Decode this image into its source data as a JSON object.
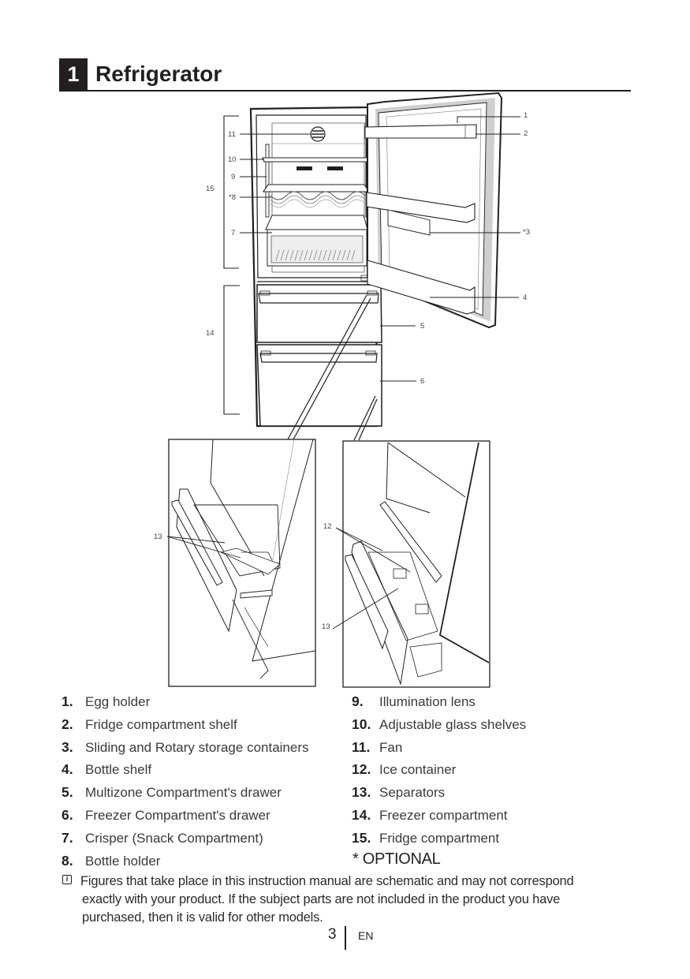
{
  "section": {
    "number": "1",
    "title": "Refrigerator"
  },
  "figure": {
    "callouts": {
      "c1": "1",
      "c2": "2",
      "c3": "*3",
      "c4": "4",
      "c5": "5",
      "c6": "6",
      "c7": "7",
      "c8": "*8",
      "c9": "9",
      "c10": "10",
      "c11": "11",
      "c12": "12",
      "c13a": "13",
      "c13b": "13",
      "c14": "14",
      "c15": "15"
    }
  },
  "legend": {
    "left": [
      {
        "num": "1.",
        "label": "Egg holder"
      },
      {
        "num": "2.",
        "label": "Fridge compartment shelf"
      },
      {
        "num": "3.",
        "label": "Sliding and Rotary storage containers"
      },
      {
        "num": "4.",
        "label": "Bottle shelf"
      },
      {
        "num": "5.",
        "label": "Multizone Compartment's drawer"
      },
      {
        "num": "6.",
        "label": "Freezer Compartment's drawer"
      },
      {
        "num": "7.",
        "label": "Crisper (Snack Compartment)"
      },
      {
        "num": "8.",
        "label": "Bottle holder"
      }
    ],
    "right": [
      {
        "num": "9.",
        "label": "Illumination lens"
      },
      {
        "num": "10.",
        "label": "Adjustable glass shelves"
      },
      {
        "num": "11.",
        "label": "Fan"
      },
      {
        "num": "12.",
        "label": "Ice container"
      },
      {
        "num": "13.",
        "label": "Separators"
      },
      {
        "num": "14.",
        "label": "Freezer compartment"
      },
      {
        "num": "15.",
        "label": "Fridge compartment"
      }
    ],
    "optional_note": "* OPTIONAL"
  },
  "note": {
    "icon": "info-icon",
    "line1": "Figures that take place in this instruction manual are schematic and may not correspond",
    "line2": "exactly with your product. If the subject parts are not included in the product you have",
    "line3": "purchased, then it is valid for other models."
  },
  "footer": {
    "page": "3",
    "lang": "EN"
  }
}
